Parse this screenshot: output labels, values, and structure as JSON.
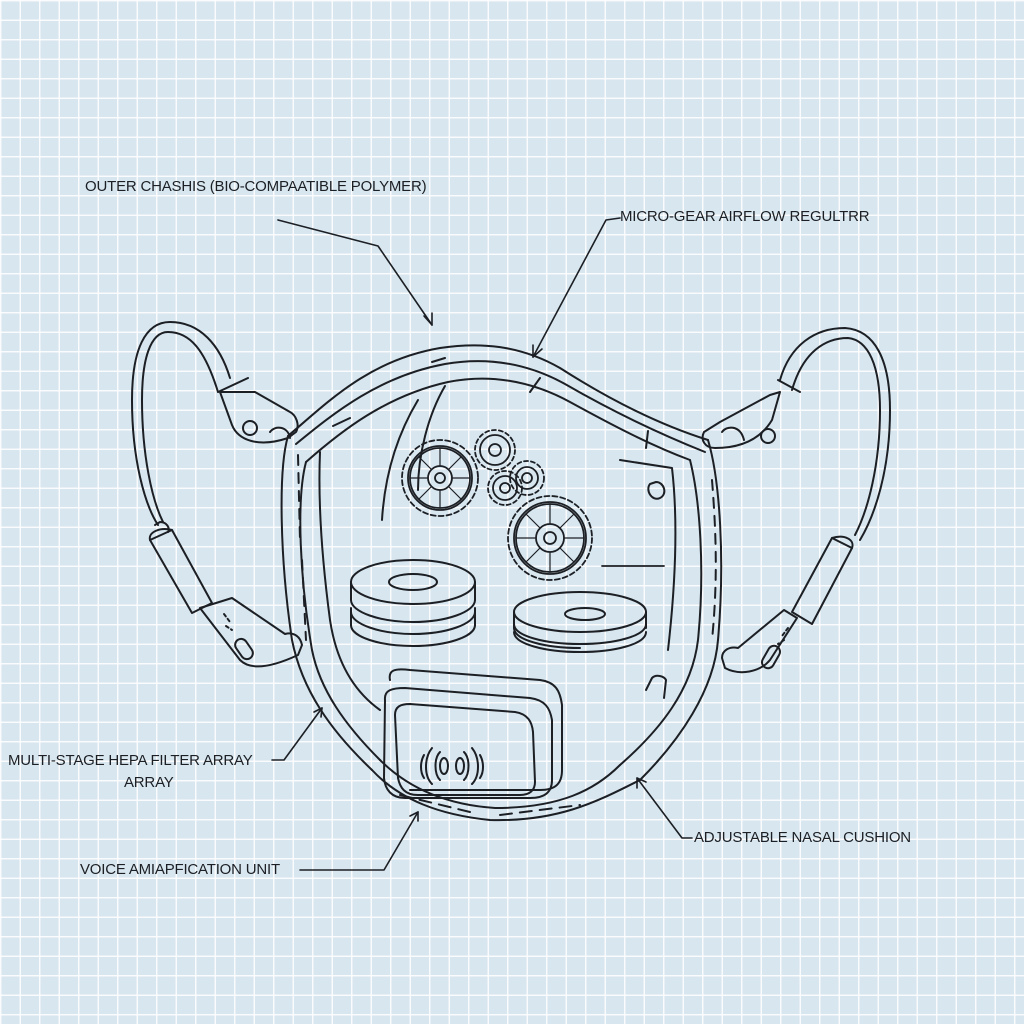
{
  "diagram": {
    "type": "technical blueprint sketch",
    "subject": "respirator mask",
    "colors": {
      "background": "#d7e6ef",
      "grid": "#ffffff",
      "line": "#1c1f24"
    },
    "labels": [
      {
        "id": "outer-chassis",
        "text": "OUTER CHASHIS (BIO-COMPAATIBLE POLYMER)"
      },
      {
        "id": "micro-gear",
        "text": "MICRO-GEAR AIRFLOW REGULTRR"
      },
      {
        "id": "hepa-filter",
        "text": "MULTI-STAGE HEPA FILTER ARRAY",
        "line2": "ARRAY"
      },
      {
        "id": "voice-unit",
        "text": "VOICE AMIAPFICATION UNIT"
      },
      {
        "id": "nasal-cushion",
        "text": "ADJUSTABLE NASAL CUSHION"
      }
    ],
    "components": [
      "outer-chassis",
      "head-straps",
      "strap-buckles",
      "gear-train",
      "filter-discs",
      "voice-amplifier",
      "nasal-cushion"
    ]
  }
}
